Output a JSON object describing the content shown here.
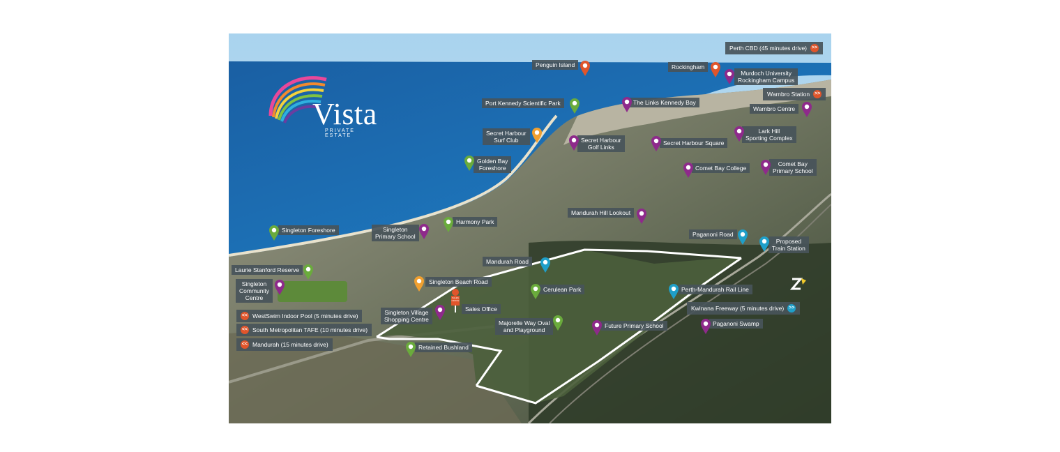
{
  "logo": {
    "word": "Vista",
    "sub": "PRIVATE ESTATE"
  },
  "colors": {
    "purple": "#8e2a8b",
    "green": "#6aab3c",
    "orange": "#f0a030",
    "red": "#e0552b",
    "blue": "#1f9fc9"
  },
  "labels": [
    {
      "id": "penguin-island",
      "text": "Penguin Island"
    },
    {
      "id": "rockingham",
      "text": "Rockingham"
    },
    {
      "id": "perth-cbd",
      "text": "Perth CBD (45 minutes drive)"
    },
    {
      "id": "murdoch",
      "text": "Murdoch University\nRockingham Campus"
    },
    {
      "id": "warnbro-station",
      "text": "Warnbro Station"
    },
    {
      "id": "port-kennedy",
      "text": "Port Kennedy Scientific Park"
    },
    {
      "id": "links-kennedy",
      "text": "The Links Kennedy Bay"
    },
    {
      "id": "warnbro-centre",
      "text": "Warnbro Centre"
    },
    {
      "id": "sh-surf",
      "text": "Secret Harbour\nSurf Club"
    },
    {
      "id": "sh-golf",
      "text": "Secret Harbour\nGolf Links"
    },
    {
      "id": "sh-square",
      "text": "Secret Harbour Square"
    },
    {
      "id": "lark-hill",
      "text": "Lark Hill\nSporting Complex"
    },
    {
      "id": "golden-bay",
      "text": "Golden Bay\nForeshore"
    },
    {
      "id": "comet-college",
      "text": "Comet Bay College"
    },
    {
      "id": "comet-primary",
      "text": "Comet Bay\nPrimary School"
    },
    {
      "id": "mandurah-lookout",
      "text": "Mandurah Hill Lookout"
    },
    {
      "id": "singleton-foreshore",
      "text": "Singleton Foreshore"
    },
    {
      "id": "singleton-primary",
      "text": "Singleton\nPrimary School"
    },
    {
      "id": "harmony-park",
      "text": "Harmony Park"
    },
    {
      "id": "paganoni-road",
      "text": "Paganoni Road"
    },
    {
      "id": "proposed-train",
      "text": "Proposed\nTrain Station"
    },
    {
      "id": "mandurah-road",
      "text": "Mandurah Road"
    },
    {
      "id": "laurie-stanford",
      "text": "Laurie Stanford Reserve"
    },
    {
      "id": "singleton-community",
      "text": "Singleton\nCommunity\nCentre"
    },
    {
      "id": "singleton-beach-road",
      "text": "Singleton Beach Road"
    },
    {
      "id": "cerulean-park",
      "text": "Cerulean Park"
    },
    {
      "id": "rail-line",
      "text": "Perth-Mandurah Rail Line"
    },
    {
      "id": "kwinana",
      "text": "Kwinana Freeway (5 minutes drive)"
    },
    {
      "id": "sales-office",
      "text": "Sales Office"
    },
    {
      "id": "singleton-village",
      "text": "Singleton Village\nShopping Centre"
    },
    {
      "id": "majorelle",
      "text": "Majorelle Way Oval\nand Playground"
    },
    {
      "id": "future-primary",
      "text": "Future Primary School"
    },
    {
      "id": "paganoni-swamp",
      "text": "Paganoni Swamp"
    },
    {
      "id": "westswim",
      "text": "WestSwim Indoor Pool (5 minutes drive)"
    },
    {
      "id": "smtafe",
      "text": "South Metropolitan TAFE (10 minutes drive)"
    },
    {
      "id": "mandurah",
      "text": "Mandurah (15 minutes drive)"
    },
    {
      "id": "retained-bushland",
      "text": "Retained Bushland"
    }
  ],
  "arrows": {
    "left": "<<",
    "right": ">>"
  },
  "sales_office_sign": "SALES\nOFFICE"
}
